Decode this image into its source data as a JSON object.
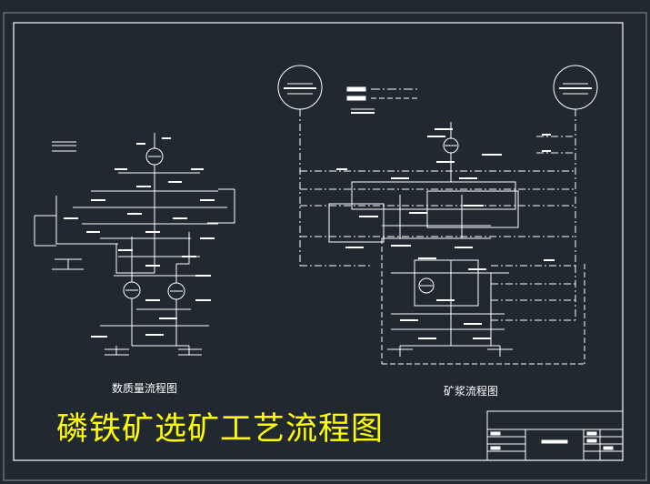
{
  "drawing": {
    "main_title": "磷铁矿选矿工艺流程图",
    "left_caption": "数质量流程图",
    "right_caption": "矿浆流程图"
  },
  "colors": {
    "background": "#212830",
    "line": "#ffffff",
    "title": "#ffff00"
  }
}
